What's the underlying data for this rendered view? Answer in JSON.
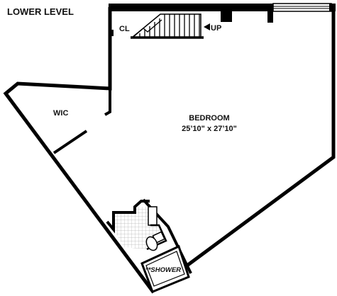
{
  "plan": {
    "level_title": "LOWER LEVEL",
    "rooms": {
      "closet": "CL",
      "walk_in_closet": "WIC",
      "bedroom_name": "BEDROOM",
      "bedroom_size": "25’10\" x 27’10\"",
      "shower": "**SHOWER"
    },
    "stairs_label": "UP",
    "colors": {
      "wall": "#000000",
      "bathroom_tile": "#d9d9d9",
      "background": "#ffffff"
    }
  }
}
